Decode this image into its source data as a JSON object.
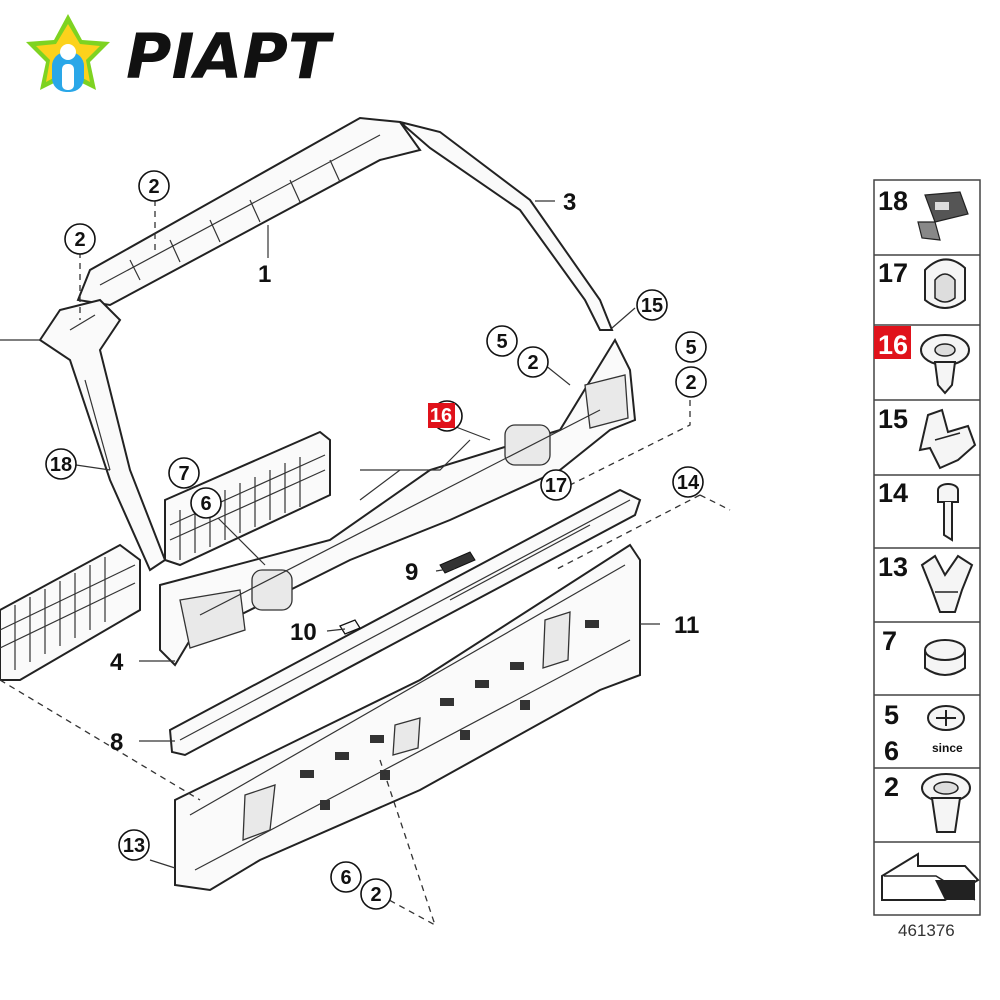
{
  "brand": {
    "name": "PIAPT"
  },
  "diagram": {
    "labels": {
      "l1": "1",
      "l3": "3",
      "l4": "4",
      "l8": "8",
      "l9": "9",
      "l10": "10",
      "l11": "11"
    },
    "callouts": {
      "c2a": "2",
      "c2b": "2",
      "c18": "18",
      "c7": "7",
      "c6a": "6",
      "c5a": "5",
      "c2c": "2",
      "c15": "15",
      "c5b": "5",
      "c2d": "2",
      "c17": "17",
      "c14": "14",
      "c13": "13",
      "c6b": "6",
      "c2e": "2"
    },
    "highlight_callout": "16",
    "highlight_color": "#e0121b"
  },
  "legend": {
    "items": [
      {
        "num": "18"
      },
      {
        "num": "17"
      },
      {
        "num": "16",
        "highlight": true
      },
      {
        "num": "15"
      },
      {
        "num": "14"
      },
      {
        "num": "13"
      },
      {
        "num": "7"
      },
      {
        "num": "5",
        "num2": "6",
        "note": "since"
      },
      {
        "num": "2"
      }
    ],
    "diagram_number": "461376"
  }
}
